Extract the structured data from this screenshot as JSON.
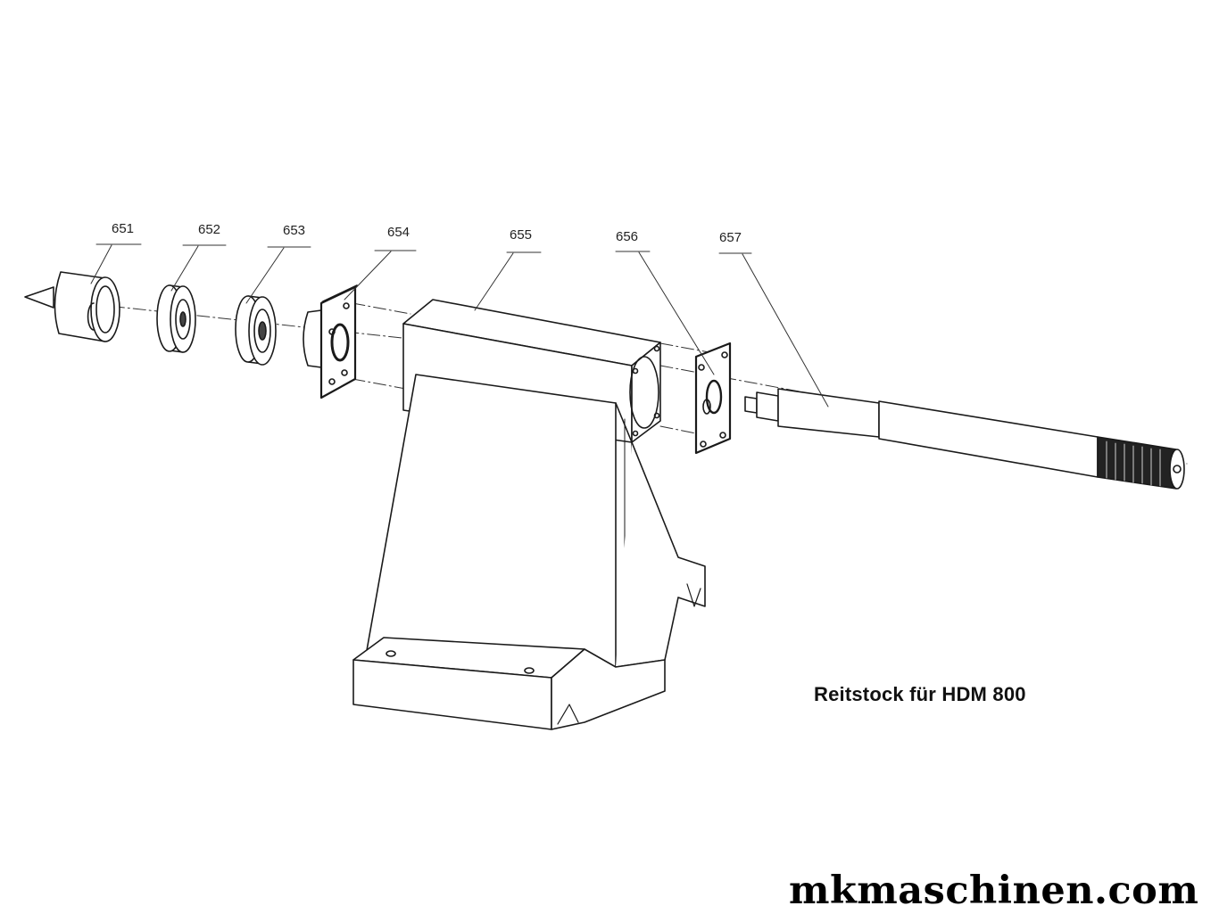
{
  "diagram": {
    "caption": "Reitstock für HDM 800",
    "watermark": "mkmaschinen.com",
    "parts": [
      {
        "number": "651",
        "icon": "live-center-icon"
      },
      {
        "number": "652",
        "icon": "bearing-ring-icon"
      },
      {
        "number": "653",
        "icon": "bearing-ring-icon"
      },
      {
        "number": "654",
        "icon": "front-flange-plate-icon"
      },
      {
        "number": "655",
        "icon": "tailstock-housing-icon"
      },
      {
        "number": "656",
        "icon": "rear-flange-plate-icon"
      },
      {
        "number": "657",
        "icon": "quill-shaft-icon"
      }
    ]
  }
}
